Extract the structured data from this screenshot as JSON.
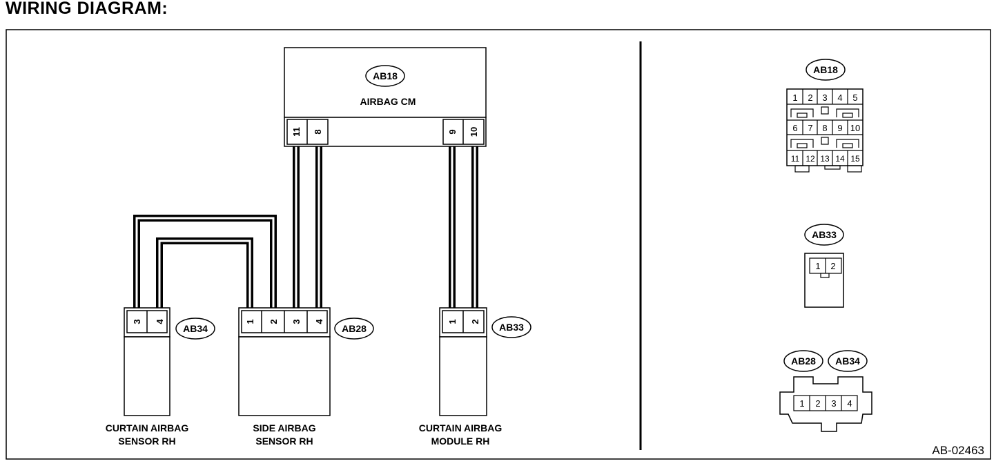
{
  "header": {
    "title": "WIRING DIAGRAM:"
  },
  "figure_id": "AB-02463",
  "connectors": {
    "ab18": {
      "tag": "AB18",
      "name": "AIRBAG CM",
      "wired_pins": [
        "11",
        "8",
        "9",
        "10"
      ],
      "face_top_row": [
        "1",
        "2",
        "3",
        "4",
        "5"
      ],
      "face_mid_row": [
        "6",
        "7",
        "8",
        "9",
        "10"
      ],
      "face_bottom_row": [
        "11",
        "12",
        "13",
        "14",
        "15"
      ]
    },
    "ab34": {
      "tag": "AB34",
      "name_line1": "CURTAIN AIRBAG",
      "name_line2": "SENSOR RH",
      "pins": [
        "3",
        "4"
      ]
    },
    "ab28": {
      "tag": "AB28",
      "name_line1": "SIDE AIRBAG",
      "name_line2": "SENSOR RH",
      "pins": [
        "1",
        "2",
        "3",
        "4"
      ]
    },
    "ab33": {
      "tag": "AB33",
      "name_line1": "CURTAIN AIRBAG",
      "name_line2": "MODULE RH",
      "pins": [
        "1",
        "2"
      ]
    }
  },
  "connector_views": {
    "ab18": {
      "tag": "AB18"
    },
    "ab33": {
      "tag": "AB33",
      "pins": [
        "1",
        "2"
      ]
    },
    "ab28_ab34": {
      "tags": [
        "AB28",
        "AB34"
      ],
      "pins": [
        "1",
        "2",
        "3",
        "4"
      ]
    }
  }
}
